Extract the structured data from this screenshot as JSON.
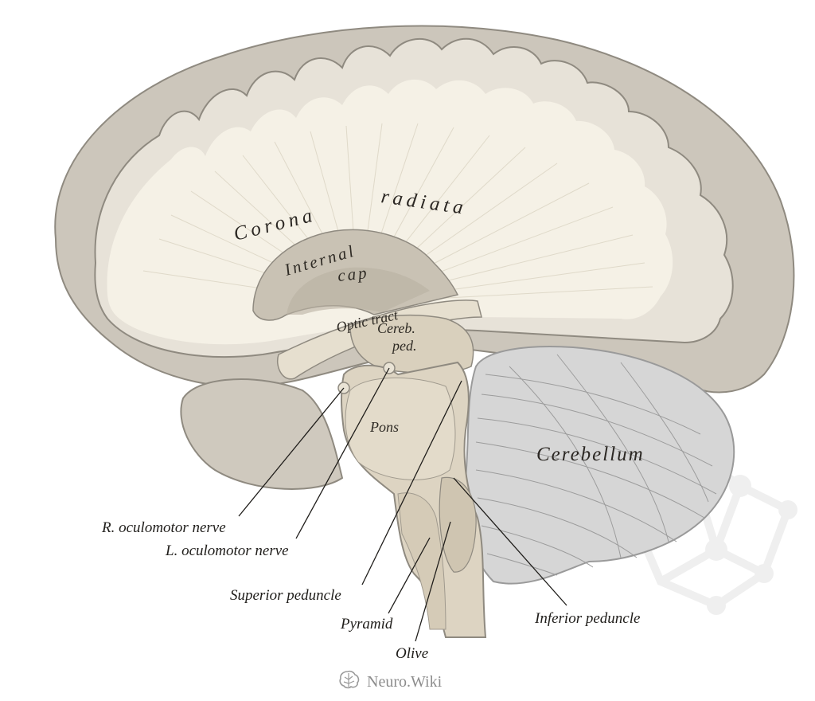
{
  "labels": {
    "corona": "Corona",
    "radiata": "radiata",
    "internal": "Internal",
    "cap": "cap",
    "optic_tract": "Optic tract",
    "cereb": "Cereb.",
    "ped": "ped.",
    "pons": "Pons",
    "cerebellum": "Cerebellum",
    "r_oculomotor": "R. oculomotor nerve",
    "l_oculomotor": "L. oculomotor nerve",
    "superior_peduncle": "Superior peduncle",
    "pyramid": "Pyramid",
    "olive": "Olive",
    "inferior_peduncle": "Inferior peduncle"
  },
  "brand": {
    "name": "Neuro.Wiki",
    "logo_icon": "brain-icon"
  },
  "colors": {
    "cortex": "#ccc6bb",
    "cortex_outline": "#8f8a80",
    "white_matter": "#f5f1e6",
    "brainstem": "#ddd4c2",
    "cerebellum": "#d6d6d6",
    "label": "#1f1d1a",
    "watermark": "#ececec"
  }
}
